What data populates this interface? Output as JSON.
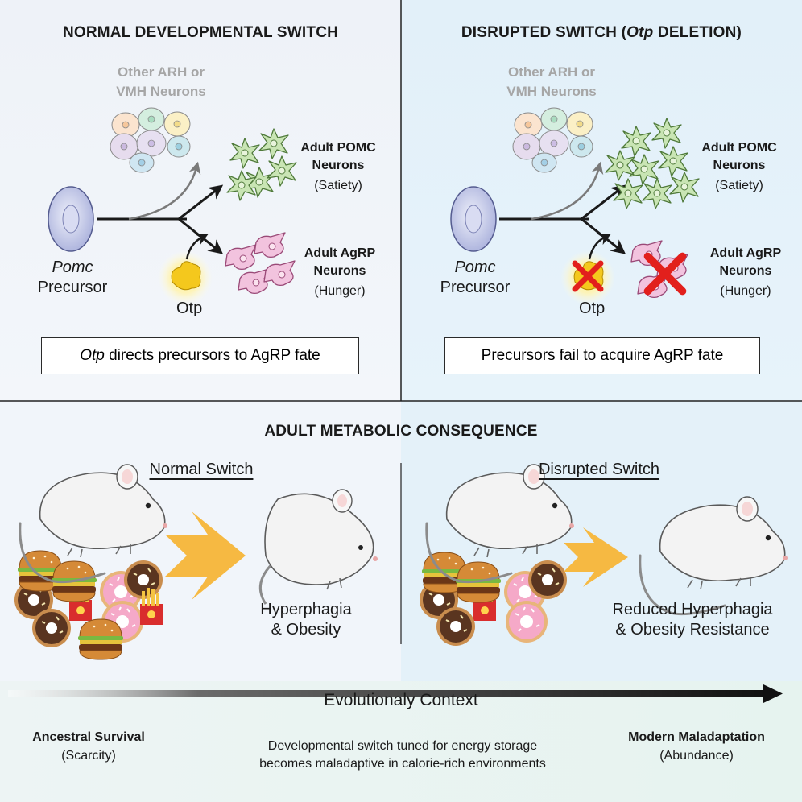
{
  "colors": {
    "panel_left": "#eef3f9",
    "panel_right": "#e2f1f9",
    "evo_band": "#e8f4f1",
    "arrow_orange": "#f6b942",
    "cross_red": "#e2201c",
    "pomc_cell": "#c9e5b4",
    "agrp_cell": "#f2c3de",
    "precursor_cell": "#c3c8e8",
    "otp_glow": "#fff2a6"
  },
  "top_left": {
    "title": "NORMAL DEVELOPMENTAL SWITCH",
    "other_neurons": {
      "line1": "Other ARH or",
      "line2": "VMH Neurons"
    },
    "pomc": {
      "name_line1": "Adult POMC",
      "name_line2": "Neurons",
      "role": "(Satiety)"
    },
    "agrp": {
      "name_line1": "Adult AgRP",
      "name_line2": "Neurons",
      "role": "(Hunger)"
    },
    "precursor": {
      "line1": "Pomc",
      "line2": "Precursor"
    },
    "otp": "Otp",
    "box": {
      "italic": "Otp",
      "rest": " directs precursors to AgRP fate"
    }
  },
  "top_right": {
    "title_start": "DISRUPTED SWITCH (",
    "title_italic": "Otp",
    "title_end": " DELETION)",
    "other_neurons": {
      "line1": "Other ARH or",
      "line2": "VMH Neurons"
    },
    "pomc": {
      "name_line1": "Adult POMC",
      "name_line2": "Neurons",
      "role": "(Satiety)"
    },
    "agrp": {
      "name_line1": "Adult AgRP",
      "name_line2": "Neurons",
      "role": "(Hunger)"
    },
    "precursor": {
      "line1": "Pomc",
      "line2": "Precursor"
    },
    "otp": "Otp",
    "box": "Precursors fail to acquire AgRP fate"
  },
  "bottom": {
    "title": "ADULT METABOLIC CONSEQUENCE",
    "left": {
      "heading": "Normal Switch",
      "outcome_line1": "Hyperphagia",
      "outcome_line2": "& Obesity"
    },
    "right": {
      "heading": "Disrupted Switch",
      "outcome_line1": "Reduced Hyperphagia",
      "outcome_line2": "& Obesity Resistance"
    }
  },
  "evolution": {
    "title": "Evolutionaly Context",
    "start": {
      "name": "Ancestral Survival",
      "desc": "(Scarcity)"
    },
    "end": {
      "name": "Modern Maladaptation",
      "desc": "(Abundance)"
    },
    "note_line1": "Developmental switch tuned for energy storage",
    "note_line2": "becomes maladaptive in calorie-rich environments"
  }
}
